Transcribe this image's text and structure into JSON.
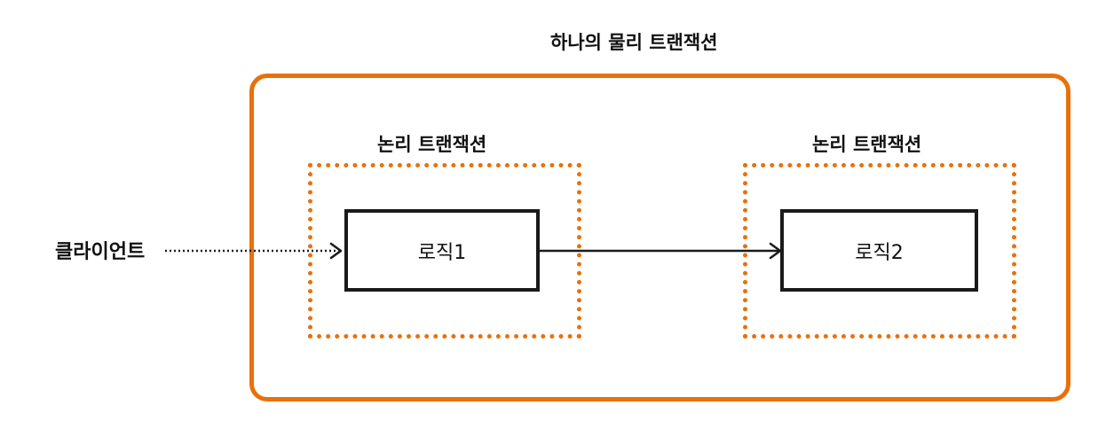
{
  "diagram": {
    "physical_transaction_label": "하나의 물리 트랜잭션",
    "logical_transactions": [
      {
        "label": "논리 트랜잭션",
        "logic_label": "로직1"
      },
      {
        "label": "논리 트랜잭션",
        "logic_label": "로직2"
      }
    ],
    "client_label": "클라이언트",
    "colors": {
      "accent": "#e8710a",
      "stroke": "#1a1a1a"
    }
  }
}
